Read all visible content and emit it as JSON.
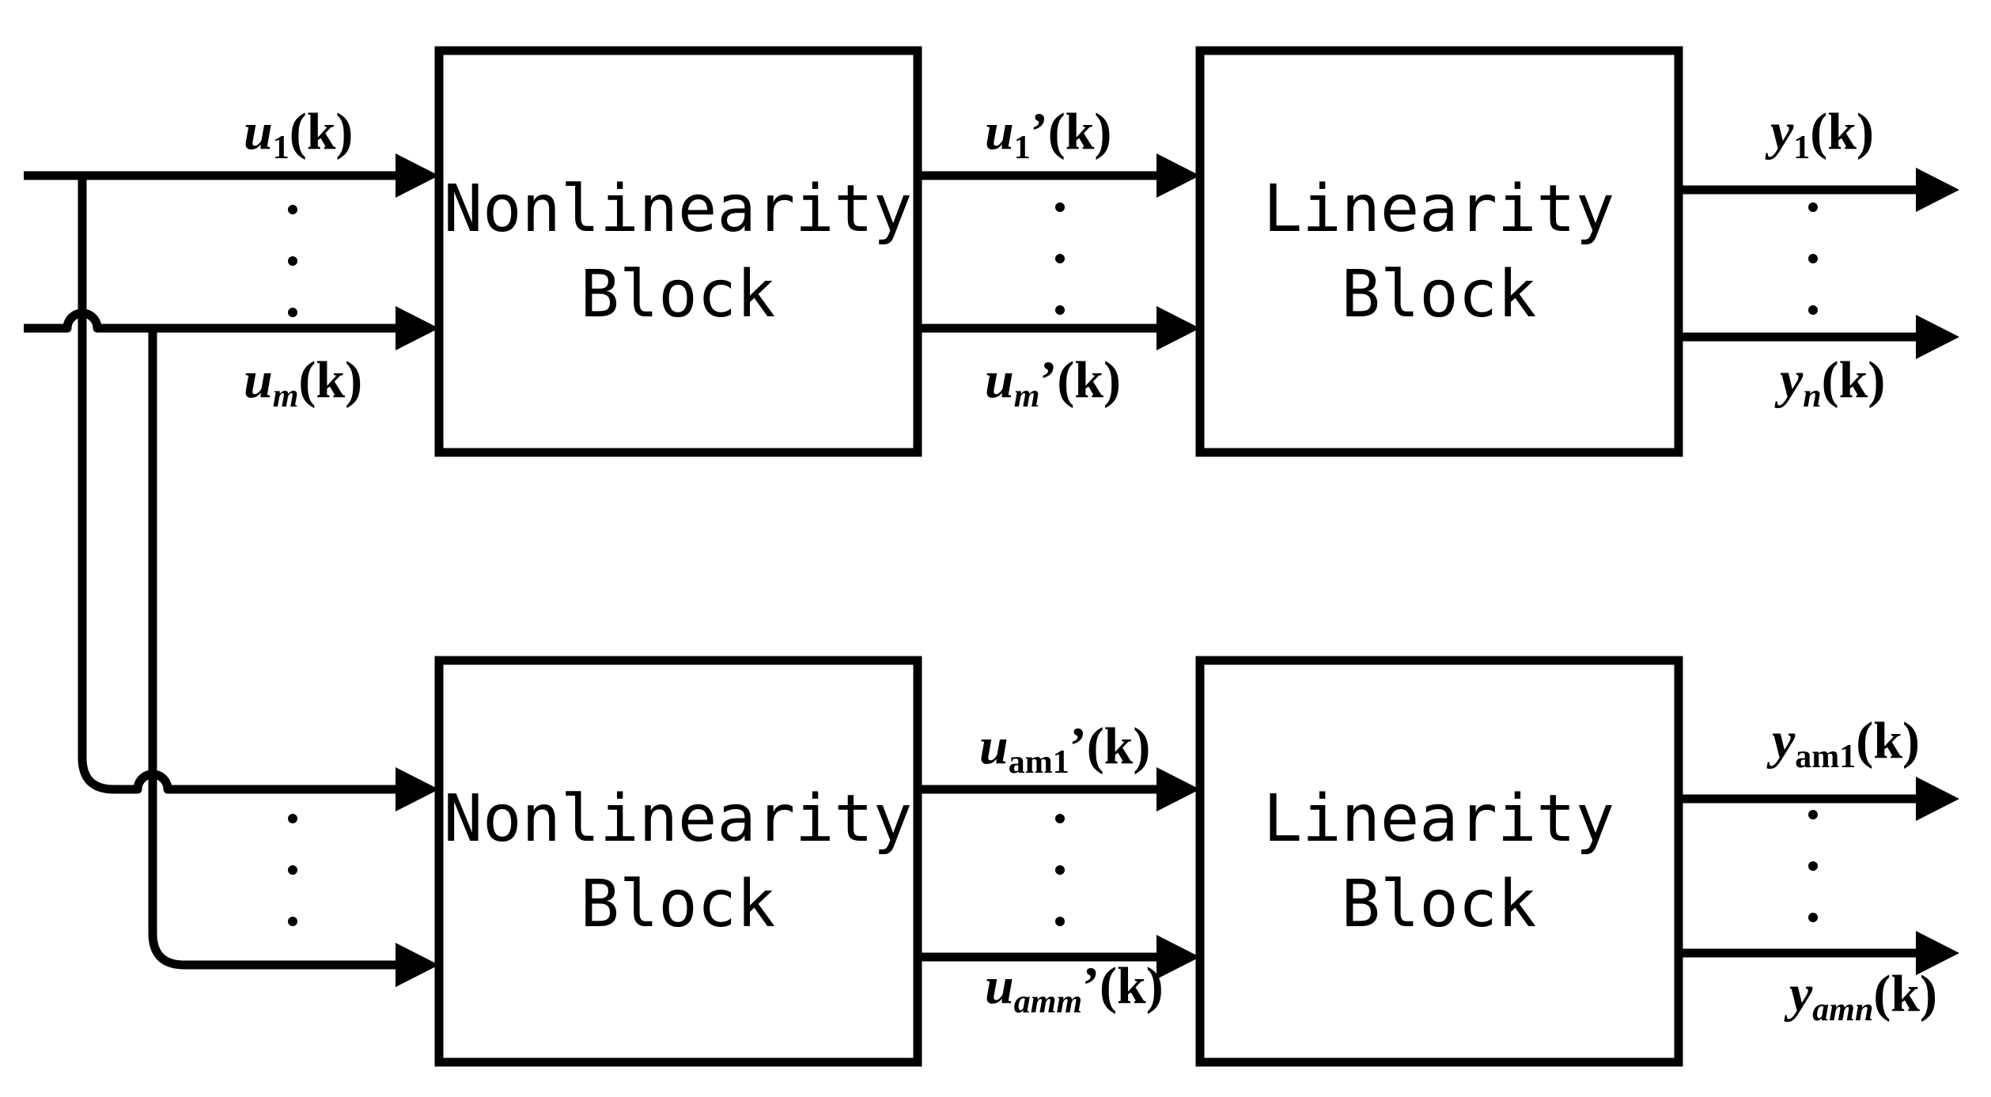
{
  "blocks": {
    "nonlinearity": [
      "Nonlinearity",
      "Block"
    ],
    "linearity": [
      "Linearity",
      "Block"
    ]
  },
  "labels": {
    "top": {
      "in_first": {
        "var": "u",
        "sub": "1",
        "rest": "(k)"
      },
      "in_last": {
        "var": "u",
        "sub": "m",
        "rest": "(k)"
      },
      "mid_first": {
        "var": "u",
        "sub": "1",
        "rest": "’(k)"
      },
      "mid_last": {
        "var": "u",
        "sub": "m",
        "rest": "’(k)"
      },
      "out_first": {
        "var": "y",
        "sub": "1",
        "rest": "(k)"
      },
      "out_last": {
        "var": "y",
        "sub": "n",
        "rest": "(k)"
      }
    },
    "bottom": {
      "mid_first": {
        "var": "u",
        "sub": "am1",
        "rest": "’(k)"
      },
      "mid_last": {
        "var": "u",
        "sub": "amm",
        "rest": "’(k)"
      },
      "out_first": {
        "var": "y",
        "sub": "am1",
        "rest": "(k)"
      },
      "out_last": {
        "var": "y",
        "sub": "amn",
        "rest": "(k)"
      }
    }
  }
}
